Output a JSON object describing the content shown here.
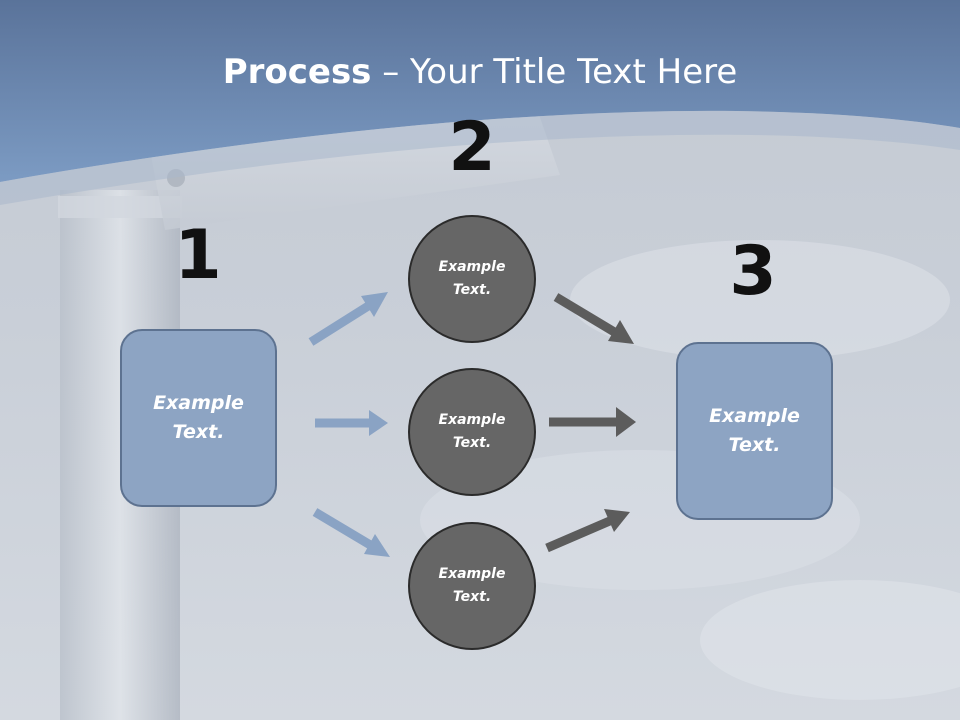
{
  "slide": {
    "title_bold": "Process",
    "title_rest": " – Your Title Text Here",
    "steps": [
      {
        "number": "1",
        "box_label": "Example Text."
      },
      {
        "number": "2"
      },
      {
        "number": "3",
        "box_label": "Example Text."
      }
    ],
    "circles": [
      {
        "label": "Example Text."
      },
      {
        "label": "Example Text."
      },
      {
        "label": "Example Text."
      }
    ],
    "colors": {
      "header_blue": "#6f8fb8",
      "box_fill": "#8da4c3",
      "circle_fill": "#666666",
      "arrow_blue": "#8aa3c4",
      "arrow_gray": "#5c5c5c",
      "number_color": "#111111"
    }
  }
}
